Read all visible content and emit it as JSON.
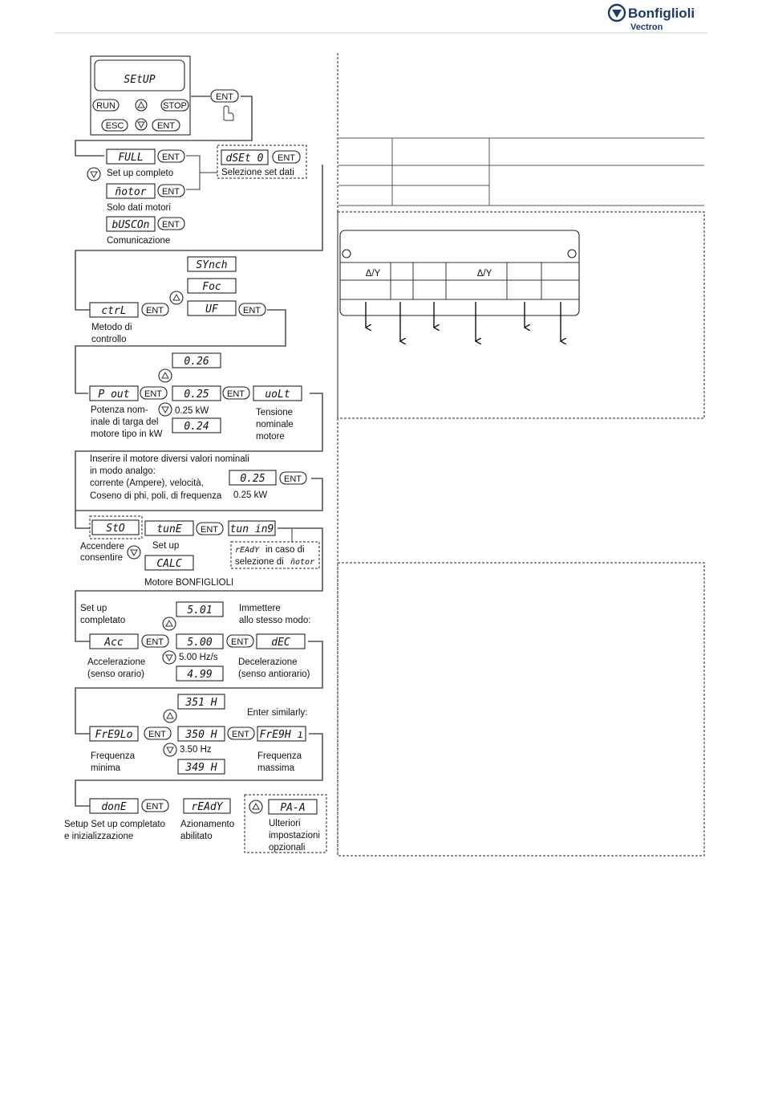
{
  "header": {
    "brand_name": "Bonfiglioli",
    "brand_sub": "Vectron",
    "logo_icon": "bonfiglioli-logo-icon",
    "brand_color": "#1d3a6e"
  },
  "keypad": {
    "display": "SEtUP",
    "buttons": {
      "run": "RUN",
      "stop": "STOP",
      "esc": "ESC",
      "ent": "ENT"
    },
    "icons": [
      "arrow-up-icon",
      "arrow-down-icon",
      "hand-pointer-icon"
    ]
  },
  "setup_menu": {
    "full": "FULL",
    "full_label": "Set up completo",
    "motor": "ñotor",
    "motor_label": "Solo dati motori",
    "buscon": "bUSCOn",
    "buscon_label": "Comunicazione",
    "dset": "dSEt  0",
    "dset_label": "Selezione set dati"
  },
  "control": {
    "synch": "SYnch",
    "foc": "Foc",
    "ctrl": "ctrL",
    "uf": "UF",
    "label_1": "Metodo di",
    "label_2": "controllo"
  },
  "power": {
    "val_up": "0.26",
    "p_out": "P  out",
    "val": "0.25",
    "volt": "uoLt",
    "val_down": "0.24",
    "unit_note": "0.25 kW",
    "label_1": "Potenza nom-",
    "label_2": "inale di targa del",
    "label_3": "motore tipo in kW",
    "volt_label_1": "Tensione",
    "volt_label_2": "nominale",
    "volt_label_3": "motore"
  },
  "analog": {
    "line_1": "Inserire il motore diversi valori nominali",
    "line_2": "in modo analgo:",
    "line_3": "corrente (Ampere), velocità,",
    "line_4": "Coseno di phi, poli, di frequenza",
    "val": "0.25",
    "unit_note": "0.25 kW"
  },
  "tune": {
    "sto": "StO",
    "tune": "tunE",
    "tuning": "tun in9",
    "calc": "CALC",
    "enable_1": "Accendere",
    "enable_2": "consentire",
    "setup_label": "Set up",
    "ready_small": "rEAdY",
    "ready_note_1": "in caso di",
    "ready_note_2": "selezione di",
    "motor_small": "ñotor",
    "calc_label": "Motore BONFIGLIOLI"
  },
  "accel": {
    "done_1": "Set up",
    "done_2": "completato",
    "val_up": "5.01",
    "acc": "Acc",
    "val": "5.00",
    "dec": "dEC",
    "val_down": "4.99",
    "unit_note": "5.00 Hz/s",
    "enter_1": "Immettere",
    "enter_2": "allo stesso modo:",
    "acc_label_1": "Accelerazione",
    "acc_label_2": "(senso orario)",
    "dec_label_1": "Decelerazione",
    "dec_label_2": "(senso antiorario)"
  },
  "freq": {
    "val_up": "351 H",
    "freqlo": "FrE9Lo",
    "val": "350 H",
    "freqhi": "FrE9H ı",
    "val_down": "349 H",
    "unit_note": "3.50 Hz",
    "enter_similarly": "Enter similarly:",
    "lo_label_1": "Frequenza",
    "lo_label_2": "minima",
    "hi_label_1": "Frequenza",
    "hi_label_2": "massima"
  },
  "final": {
    "done": "donE",
    "ready": "rEAdY",
    "para": "PA-A",
    "done_label_1": "Setup Set up completato",
    "done_label_2": "e inizializzazione",
    "ready_label_1": "Azionamento",
    "ready_label_2": "abilitato",
    "para_label_1": "Ulteriori",
    "para_label_2": "impostazioni",
    "para_label_3": "opzionali"
  },
  "nameplate": {
    "symbol_1": "Δ/Y",
    "symbol_2": "Δ/Y"
  }
}
